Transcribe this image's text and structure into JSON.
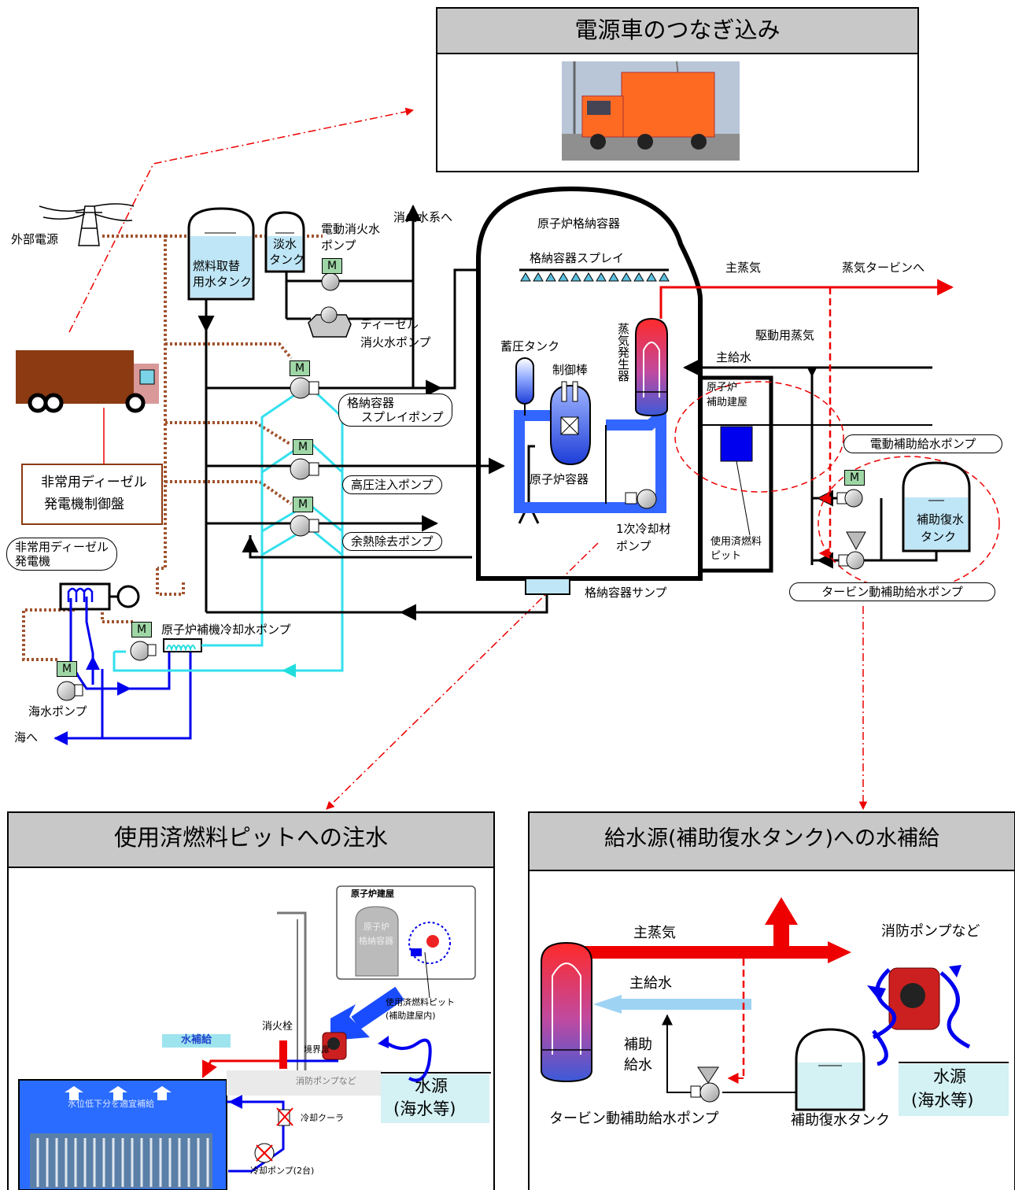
{
  "panels": {
    "power_truck_title": "電源車のつなぎ込み",
    "spent_fuel_title": "使用済燃料ピットへの注水",
    "feedwater_title": "給水源(補助復水タンク)への水補給"
  },
  "main": {
    "external_power": "外部電源",
    "refueling_tank_1": "燃料取替",
    "refueling_tank_2": "用水タンク",
    "fresh_water_1": "淡水",
    "fresh_water_2": "タンク",
    "elec_fire_pump_1": "電動消火水",
    "elec_fire_pump_2": "ポンプ",
    "to_fire_system": "消火水系へ",
    "diesel_fire_pump_1": "ディーゼル",
    "diesel_fire_pump_2": "消火水ポンプ",
    "containment": "原子炉格納容器",
    "containment_spray": "格納容器スプレイ",
    "main_steam": "主蒸気",
    "to_turbine": "蒸気タービンへ",
    "drive_steam": "駆動用蒸気",
    "main_feedwater": "主給水",
    "steam_generator": "蒸気発生器",
    "accumulator": "蓄圧タンク",
    "control_rod": "制御棒",
    "reactor_vessel": "原子炉容器",
    "primary_pump_1": "1次冷却材",
    "primary_pump_2": "ポンプ",
    "aux_building_1": "原子炉",
    "aux_building_2": "補助建屋",
    "spent_fuel_pit_1": "使用済燃料",
    "spent_fuel_pit_2": "ピット",
    "sump": "格納容器サンプ",
    "cs_pump_1": "格納容器",
    "cs_pump_2": "スプレイポンプ",
    "hpi_pump": "高圧注入ポンプ",
    "rhr_pump": "余熱除去ポンプ",
    "elec_afw_pump": "電動補助給水ポンプ",
    "aux_cond_tank_1": "補助復水",
    "aux_cond_tank_2": "タンク",
    "td_afw_pump": "タービン動補助給水ポンプ",
    "edg_panel_1": "非常用ディーゼル",
    "edg_panel_2": "発電機制御盤",
    "edg_1": "非常用ディーゼル",
    "edg_2": "発電機",
    "ccw_pump": "原子炉補機冷却水ポンプ",
    "seawater_pump": "海水ポンプ",
    "to_sea": "海へ",
    "motor": "M"
  },
  "sfp_panel": {
    "reactor_building": "原子炉建屋",
    "containment_1": "原子炉",
    "containment_2": "格納容器",
    "sfp_1": "使用済燃料ピット",
    "sfp_2": "(補助建屋内)",
    "hydrant": "消火栓",
    "boundary_door": "境界扉",
    "water_supply": "水補給",
    "fire_pump": "消防ポンプなど",
    "water_source_1": "水源",
    "water_source_2": "(海水等)",
    "level_note": "水位低下分を適宜補給",
    "cooler": "冷却クーラ",
    "cooling_pump": "冷却ポンプ(2台)"
  },
  "fw_panel": {
    "main_steam": "主蒸気",
    "main_feedwater": "主給水",
    "aux_feed_1": "補助",
    "aux_feed_2": "給水",
    "fire_pump": "消防ポンプなど",
    "water_source_1": "水源",
    "water_source_2": "(海水等)",
    "td_afw_pump": "タービン動補助給水ポンプ",
    "aux_cond_tank": "補助復水タンク"
  },
  "colors": {
    "primary_loop": "#3366ff",
    "cooling_water": "#33e6f0",
    "seawater": "#0000ee",
    "steam": "#ee0000",
    "power_cable": "#a0522d",
    "header_bg": "#c8c8c8",
    "motor_box": "#9fd6a6"
  }
}
